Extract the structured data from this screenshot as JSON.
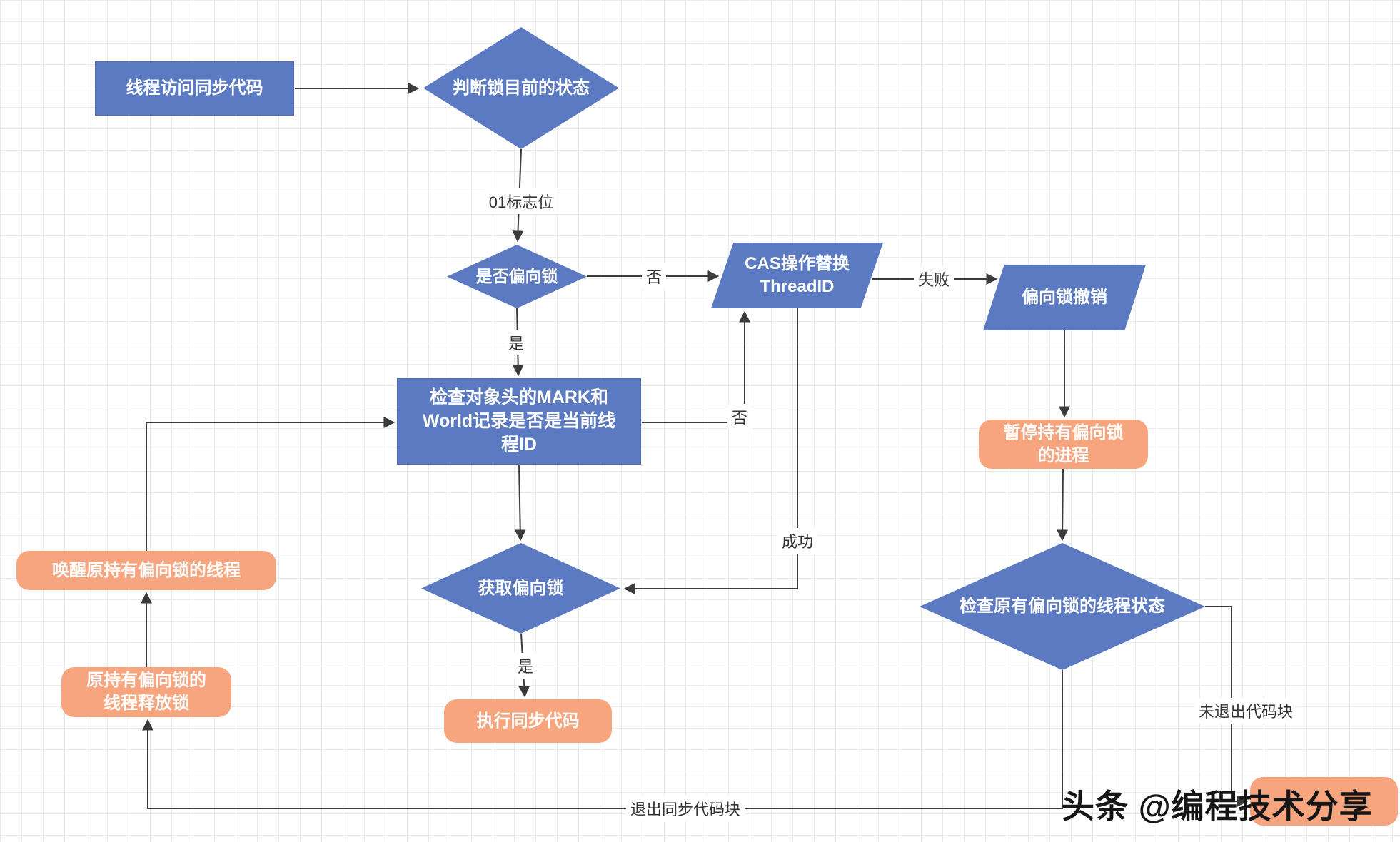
{
  "colors": {
    "node_blue": "#5b7ac1",
    "node_orange": "#f6a57e",
    "connector_line": "#3b3b3b",
    "label_text": "#333333"
  },
  "nodes": {
    "start": "线程访问同步代码",
    "judge": "判断锁目前的状态",
    "is_biased": "是否偏向锁",
    "cas": "CAS操作替换\nThreadID",
    "revoke": "偏向锁撤销",
    "check_mark": "检查对象头的MARK和\nWorld记录是否是当前线\n程ID",
    "pause": "暂停持有偏向锁\n的进程",
    "acquire": "获取偏向锁",
    "check_state": "检查原有偏向锁的线程状态",
    "wake": "唤醒原持有偏向锁的线程",
    "release": "原持有偏向锁的\n线程释放锁",
    "exec": "执行同步代码",
    "covered": ""
  },
  "edge_labels": {
    "flag": "01标志位",
    "no1": "否",
    "fail": "失败",
    "yes1": "是",
    "no2": "否",
    "success": "成功",
    "yes2": "是",
    "not_exit": "未退出代码块",
    "exit": "退出同步代码块"
  },
  "watermark": "头条 @编程技术分享"
}
